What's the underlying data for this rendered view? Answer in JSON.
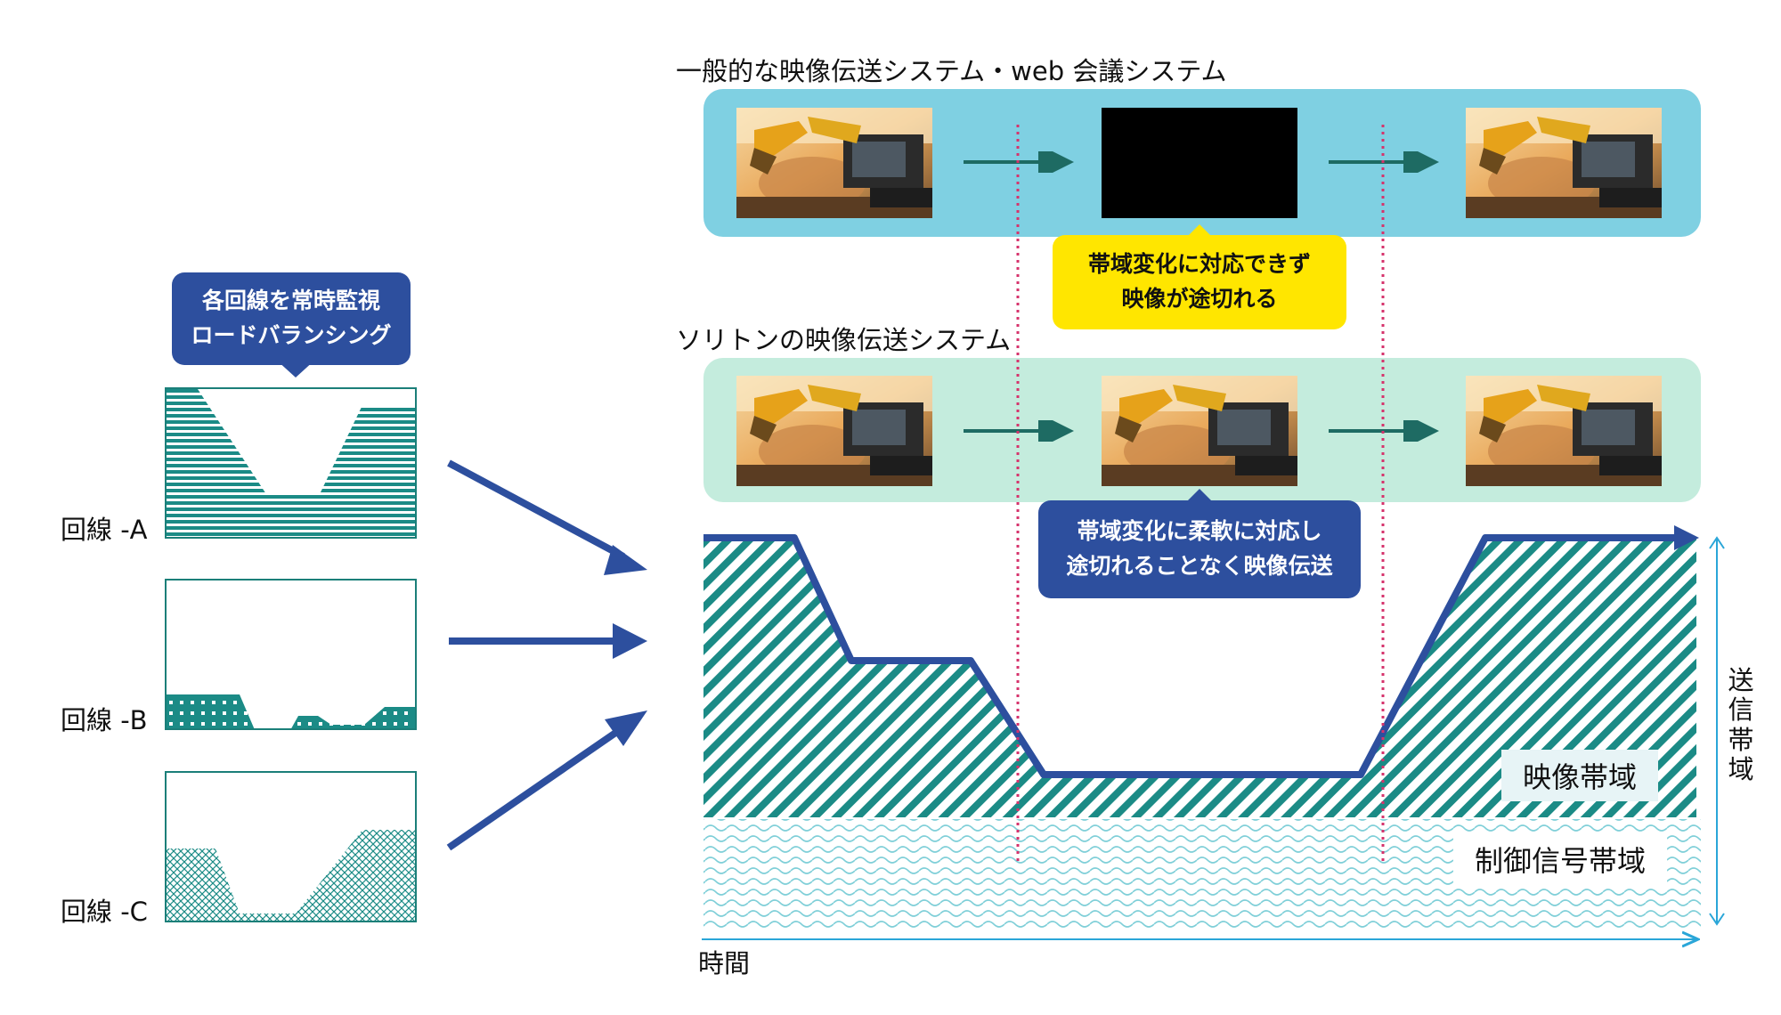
{
  "labels": {
    "top_system_title": "一般的な映像伝送システム・web 会議システム",
    "soliton_system_title": "ソリトンの映像伝送システム",
    "line_a": "回線 -A",
    "line_b": "回線 -B",
    "line_c": "回線 -C",
    "time_axis": "時間",
    "send_bandwidth": "送信帯域",
    "video_band": "映像帯域",
    "control_band": "制御信号帯域"
  },
  "callouts": {
    "monitor_line1": "各回線を常時監視",
    "monitor_line2": "ロードバランシング",
    "fail_line1": "帯域変化に対応できず",
    "fail_line2": "映像が途切れる",
    "flex_line1": "帯域変化に柔軟に対応し",
    "flex_line2": "途切れることなく映像伝送"
  },
  "colors": {
    "top_panel": "#7fd0e2",
    "soliton_panel": "#c4ecdd",
    "monitor_bubble": "#2d4f9e",
    "fail_bubble": "#ffe600",
    "flex_bubble": "#2d4f9e",
    "bandwidth_line": "#2d4f9e",
    "hatch": "#1b8b86",
    "wave": "#7fcfd8",
    "dotted_marker": "#d6336c",
    "axis": "#2aa6d8"
  },
  "icons": {
    "arrow_icon": "right-arrow-icon",
    "excavator_image": "excavator-photo-icon"
  }
}
